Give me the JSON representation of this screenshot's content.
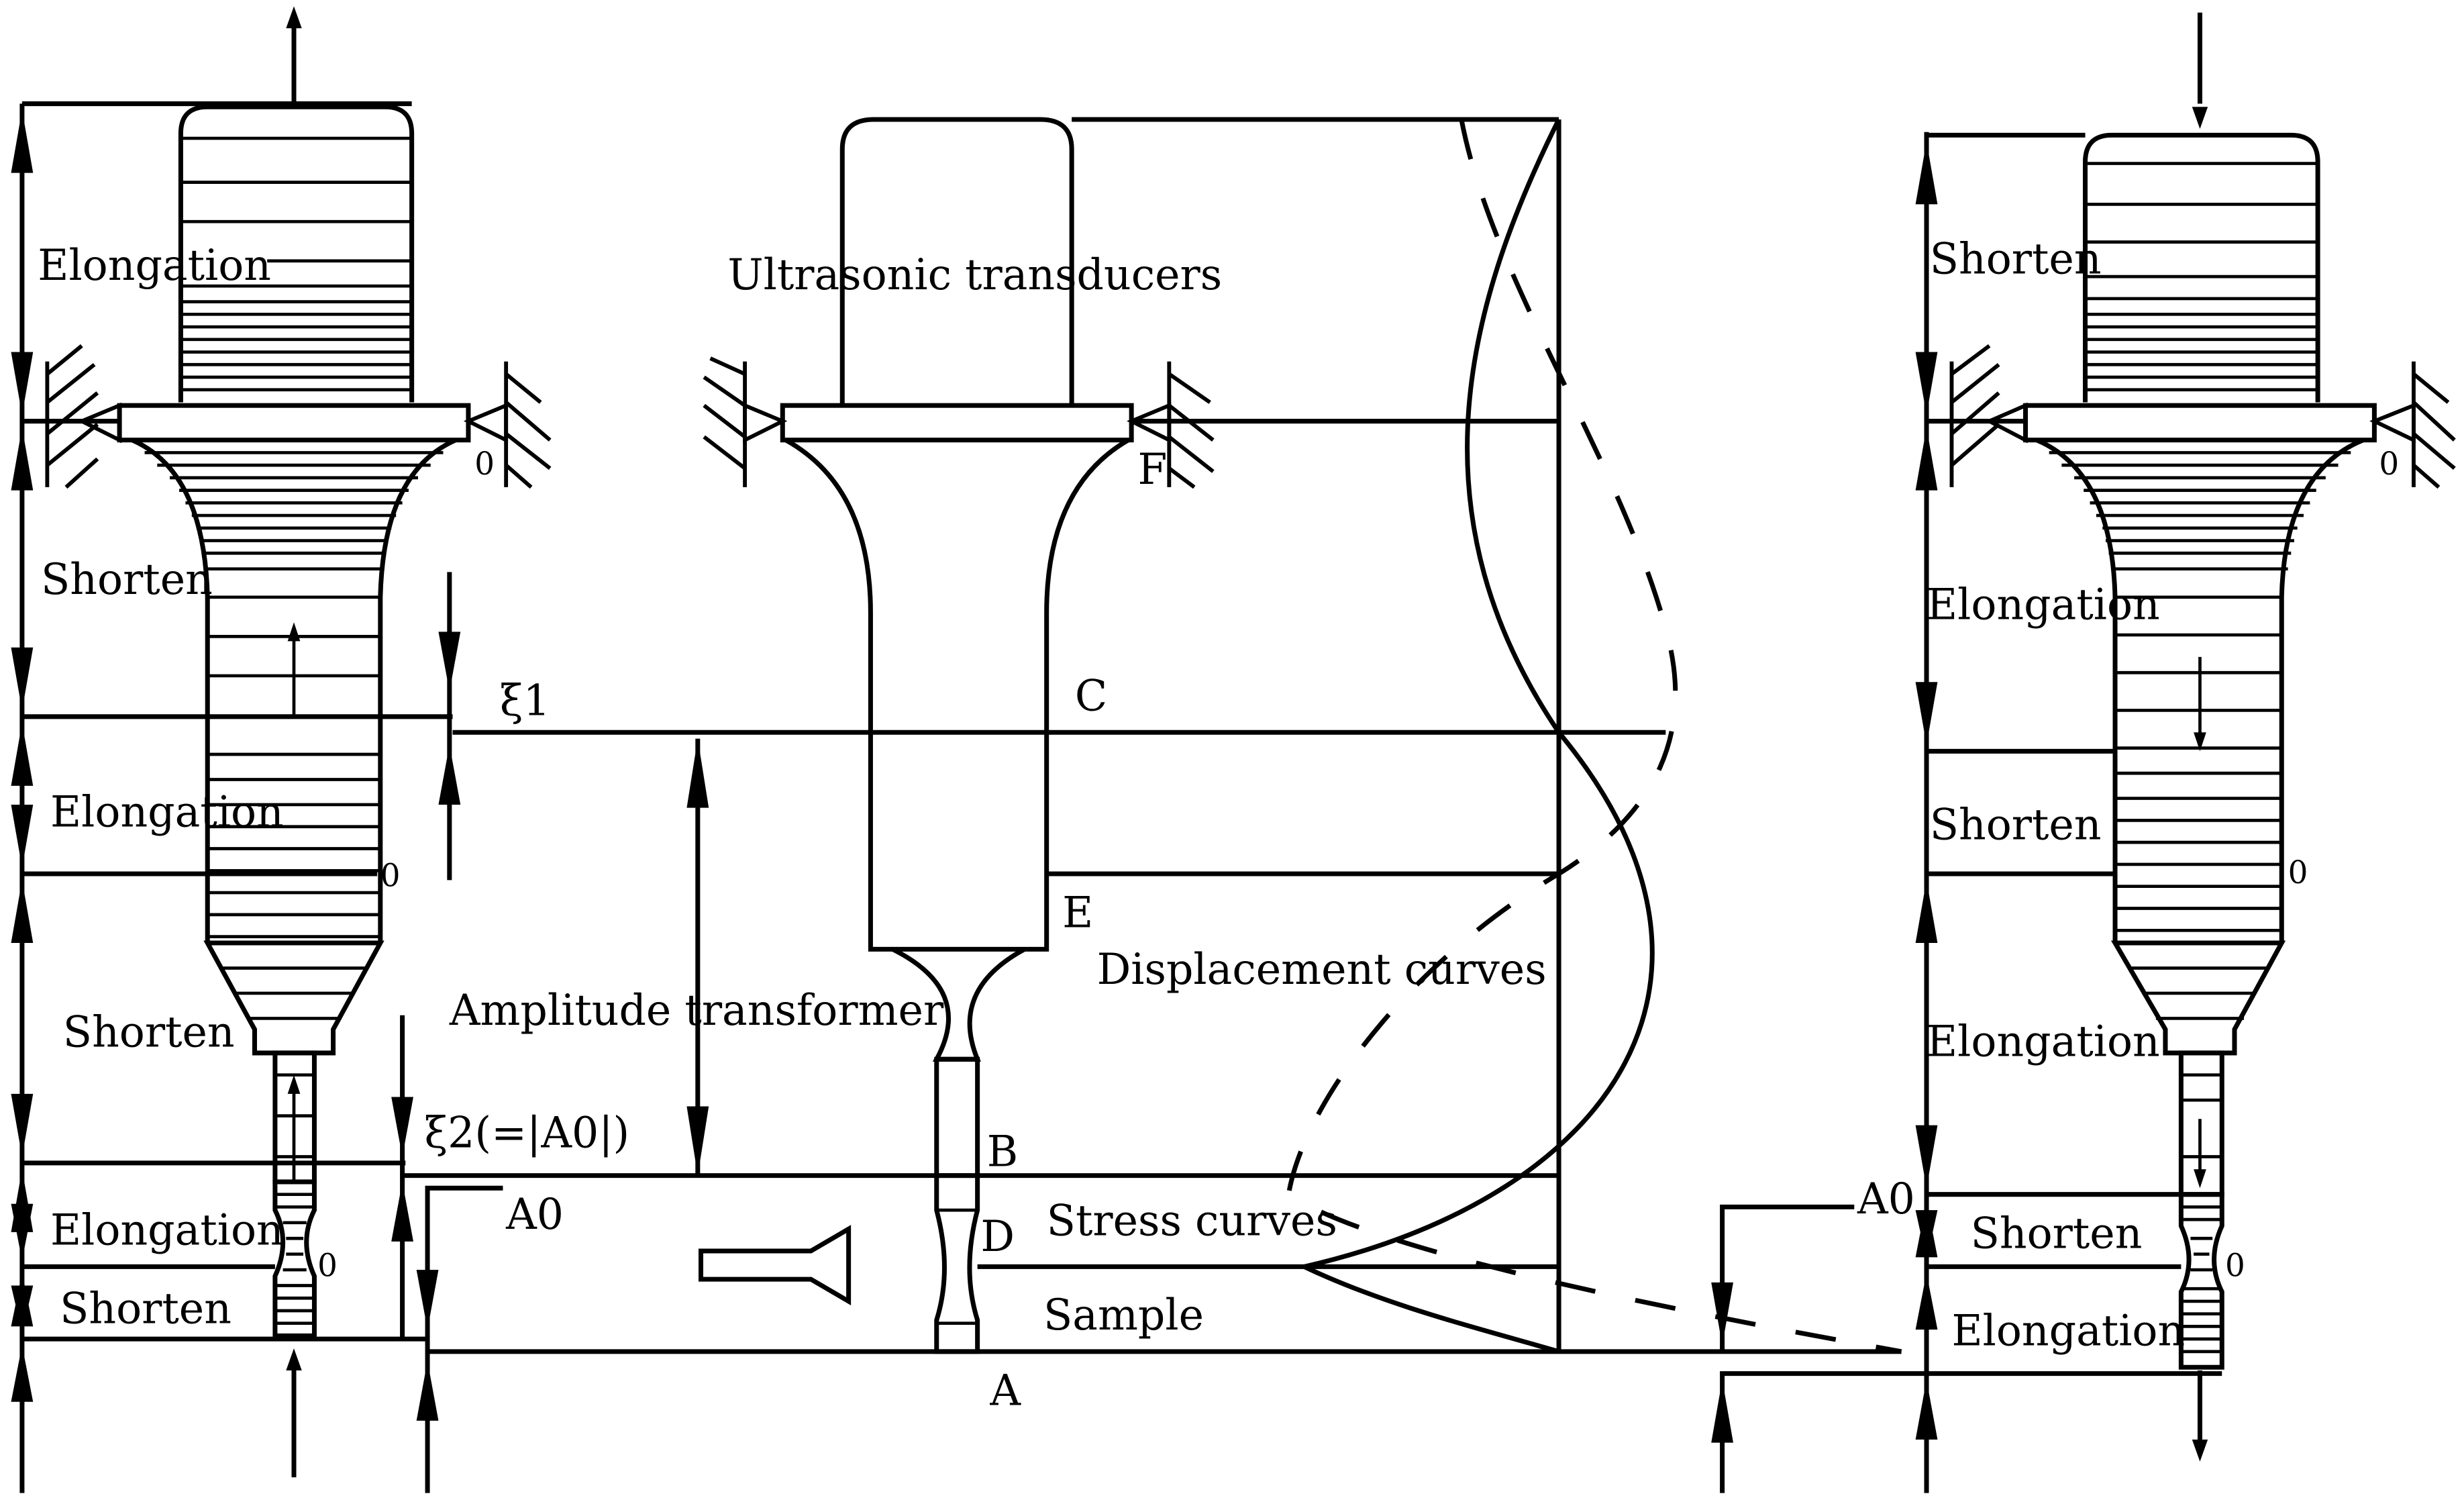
{
  "labels": {
    "left": {
      "elongation_top": "Elongation",
      "shorten_1": "Shorten",
      "elongation_2": "Elongation",
      "shorten_2": "Shorten",
      "elongation_3": "Elongation",
      "shorten_3": "Shorten",
      "xi1": "ξ1",
      "xi2": "ξ2(=|A0|)",
      "a0": "A0",
      "zero_1": "0",
      "zero_2": "0",
      "zero_3": "0"
    },
    "center": {
      "ultrasonic_transducers": "Ultrasonic transducers",
      "amplitude_transformer": "Amplitude  transformer",
      "displacement_curves": "Displacement curves",
      "stress_curves": "Stress curves",
      "sample": "Sample",
      "point_a": "A",
      "point_b": "B",
      "point_c": "C",
      "point_d": "D",
      "point_e": "E",
      "point_f": "F"
    },
    "right": {
      "shorten_top": "Shorten",
      "elongation_1": "Elongation",
      "shorten_2": "Shorten",
      "elongation_2": "Elongation",
      "shorten_3": "Shorten",
      "elongation_3": "Elongation",
      "a0": "A0",
      "zero_1": "0",
      "zero_2": "0",
      "zero_3": "0"
    }
  },
  "colors": {
    "ink": "#000000",
    "background": "#ffffff"
  }
}
